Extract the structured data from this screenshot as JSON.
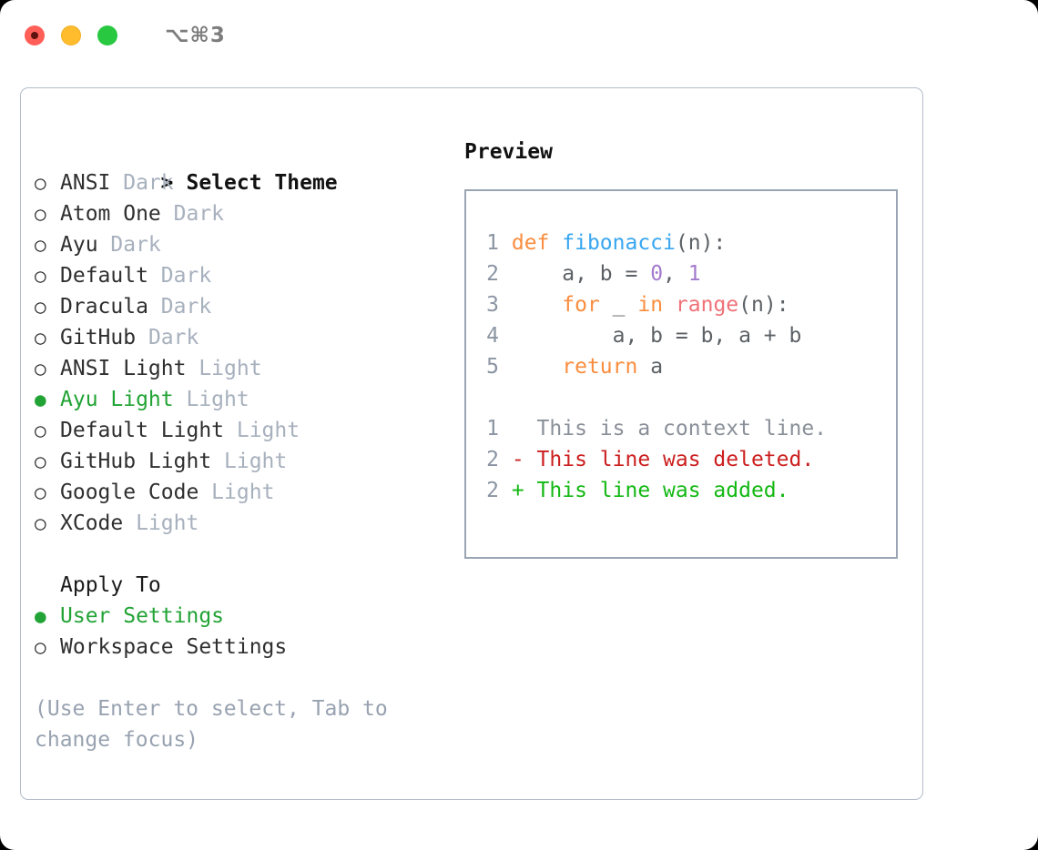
{
  "window": {
    "shortcut": "⌥⌘3",
    "traffic_lights": [
      "close-red",
      "minimize-yellow",
      "zoom-green"
    ]
  },
  "theme_panel": {
    "heading": "Select Theme",
    "caret": ">",
    "marker_selected": "●",
    "marker_unselected": "○",
    "items": [
      {
        "name": "ANSI",
        "badge": "Dark",
        "selected": false
      },
      {
        "name": "Atom One",
        "badge": "Dark",
        "selected": false
      },
      {
        "name": "Ayu",
        "badge": "Dark",
        "selected": false
      },
      {
        "name": "Default",
        "badge": "Dark",
        "selected": false
      },
      {
        "name": "Dracula",
        "badge": "Dark",
        "selected": false
      },
      {
        "name": "GitHub",
        "badge": "Dark",
        "selected": false
      },
      {
        "name": "ANSI Light",
        "badge": "Light",
        "selected": false
      },
      {
        "name": "Ayu Light",
        "badge": "Light",
        "selected": true
      },
      {
        "name": "Default Light",
        "badge": "Light",
        "selected": false
      },
      {
        "name": "GitHub Light",
        "badge": "Light",
        "selected": false
      },
      {
        "name": "Google Code",
        "badge": "Light",
        "selected": false
      },
      {
        "name": "XCode",
        "badge": "Light",
        "selected": false
      }
    ]
  },
  "apply_to": {
    "heading": "Apply To",
    "items": [
      {
        "name": "User Settings",
        "selected": true
      },
      {
        "name": "Workspace Settings",
        "selected": false
      }
    ]
  },
  "hint": "(Use Enter to select, Tab to change focus)",
  "preview": {
    "heading": "Preview",
    "code_lines": [
      {
        "number": "1",
        "tokens": [
          {
            "t": "def ",
            "c": "kw"
          },
          {
            "t": "fibonacci",
            "c": "fn"
          },
          {
            "t": "(n):",
            "c": "punc"
          }
        ]
      },
      {
        "number": "2",
        "tokens": [
          {
            "t": "    a, b = ",
            "c": "plain"
          },
          {
            "t": "0",
            "c": "num"
          },
          {
            "t": ", ",
            "c": "plain"
          },
          {
            "t": "1",
            "c": "num"
          }
        ]
      },
      {
        "number": "3",
        "tokens": [
          {
            "t": "    ",
            "c": "plain"
          },
          {
            "t": "for",
            "c": "kw"
          },
          {
            "t": " _ ",
            "c": "plain"
          },
          {
            "t": "in",
            "c": "kw"
          },
          {
            "t": " ",
            "c": "plain"
          },
          {
            "t": "range",
            "c": "call"
          },
          {
            "t": "(n):",
            "c": "punc"
          }
        ]
      },
      {
        "number": "4",
        "tokens": [
          {
            "t": "        a, b = b, a + b",
            "c": "plain"
          }
        ]
      },
      {
        "number": "5",
        "tokens": [
          {
            "t": "    ",
            "c": "plain"
          },
          {
            "t": "return",
            "c": "kw"
          },
          {
            "t": " a",
            "c": "plain"
          }
        ]
      }
    ],
    "diff_lines": [
      {
        "number": "1",
        "prefix": "  ",
        "text": "This is a context line.",
        "kind": "context"
      },
      {
        "number": "2",
        "prefix": "- ",
        "text": "This line was deleted.",
        "kind": "deleted"
      },
      {
        "number": "2",
        "prefix": "+ ",
        "text": "This line was added.",
        "kind": "added"
      }
    ]
  },
  "colors": {
    "accent_green": "#22a335",
    "badge_gray": "#a7b0bd",
    "hint_gray": "#98a2b0",
    "panel_border": "#b3bcc9",
    "preview_border": "#9aa5b4",
    "keyword": "#fa8d3e",
    "function": "#38a6f0",
    "number": "#a37acc",
    "call": "#f07178",
    "diff_deleted": "#cc1f1f",
    "diff_added": "#14b814",
    "diff_context": "#8a9099"
  }
}
